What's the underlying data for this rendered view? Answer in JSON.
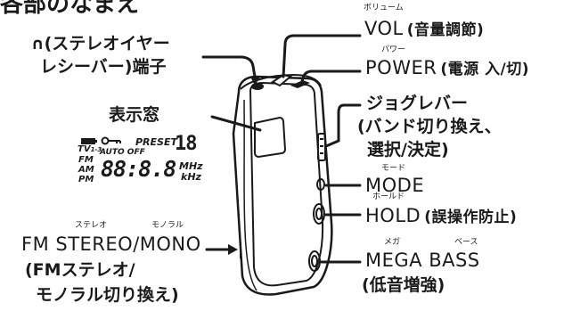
{
  "title": "各部のなまえ",
  "labels": {
    "headphone": {
      "line1": "(ステレオイヤー",
      "line2": "レシーバー)端子"
    },
    "display_window": "表示窓",
    "vol": {
      "ruby": "ボリューム",
      "main": "VOL",
      "jp": "(音量調節)"
    },
    "power": {
      "ruby": "パワー",
      "main": "POWER",
      "jp": "(電源 入/切)"
    },
    "jog": {
      "line1": "ジョグレバー",
      "line2": "(バンド切り換え、",
      "line3": "選択/決定)"
    },
    "mode": {
      "ruby": "モード",
      "main": "MODE"
    },
    "hold": {
      "ruby": "ホールド",
      "main": "HOLD",
      "jp": "(誤操作防止)"
    },
    "mega_bass": {
      "ruby_mega": "メガ",
      "ruby_bass": "ベース",
      "main": "MEGA BASS",
      "jp": "(低音増強)"
    },
    "fm_stereo": {
      "ruby_stereo": "ステレオ",
      "ruby_mono": "モノラル",
      "main": "FM STEREO/MONO",
      "line2": "(FMステレオ/",
      "line3": "モノラル切り換え)"
    }
  },
  "lcd": {
    "preset": "PRESET",
    "preset_num": "18",
    "band_tv": "TV",
    "band_tv_sub": "1-3",
    "band_fm": "FM",
    "band_am": "AM",
    "auto_off": "AUTO OFF",
    "pm": "PM",
    "freq": "88:8.8",
    "unit_mhz": "MHz",
    "unit_khz": "kHz"
  }
}
